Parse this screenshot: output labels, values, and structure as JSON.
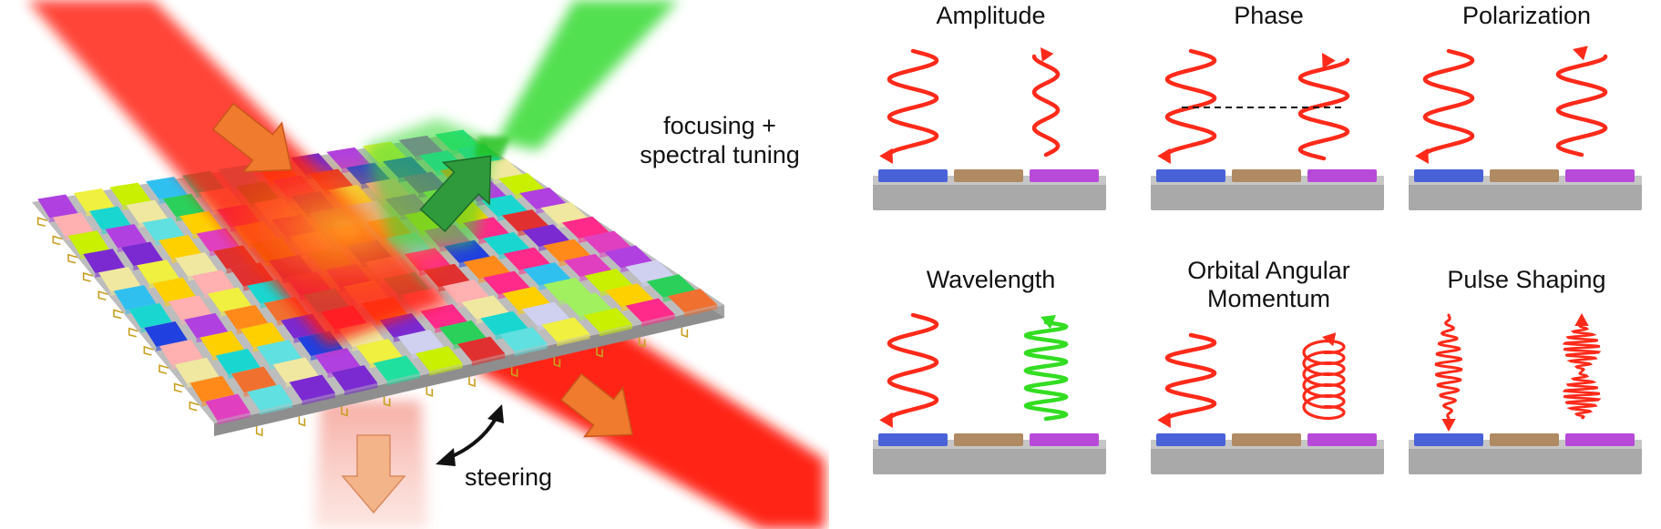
{
  "figure": {
    "annotations": {
      "focusing_line1": "focusing +",
      "focusing_line2": "spectral tuning",
      "steering": "steering"
    },
    "panels": [
      {
        "id": "amplitude",
        "title_lines": [
          "Amplitude"
        ],
        "incident": "amplitude-small",
        "reflected": "amplitude-small",
        "reflected_color": "#ff2a1a"
      },
      {
        "id": "phase",
        "title_lines": [
          "Phase"
        ],
        "incident": "sine",
        "reflected": "sine-shifted",
        "reflected_color": "#ff2a1a"
      },
      {
        "id": "polarization",
        "title_lines": [
          "Polarization"
        ],
        "incident": "sine",
        "reflected": "sine-flipped",
        "reflected_color": "#ff2a1a"
      },
      {
        "id": "wavelength",
        "title_lines": [
          "Wavelength"
        ],
        "incident": "sine",
        "reflected": "sine-short",
        "reflected_color": "#33dd22"
      },
      {
        "id": "orbital-angular-momentum",
        "title_lines": [
          "Orbital Angular",
          "Momentum"
        ],
        "incident": "sine",
        "reflected": "helix",
        "reflected_color": "#ff2a1a"
      },
      {
        "id": "pulse-shaping",
        "title_lines": [
          "Pulse Shaping"
        ],
        "incident": "pulse",
        "reflected": "pulse-double",
        "reflected_color": "#ff2a1a"
      }
    ],
    "colors": {
      "beam_red": "#ff2a10",
      "beam_green": "#2fd82c",
      "beam_pink": "#f8a8a0",
      "arrow_orange": "#f07a2e",
      "arrow_peach": "#f4b48a",
      "arrow_green": "#2e9a3c",
      "wave_red": "#ff2a1a",
      "wave_green": "#33dd22",
      "substrate": "#a9a9a9",
      "pixel_blue": "#4a62d8",
      "pixel_brown": "#b08a62",
      "pixel_purple": "#b84ad8"
    }
  }
}
